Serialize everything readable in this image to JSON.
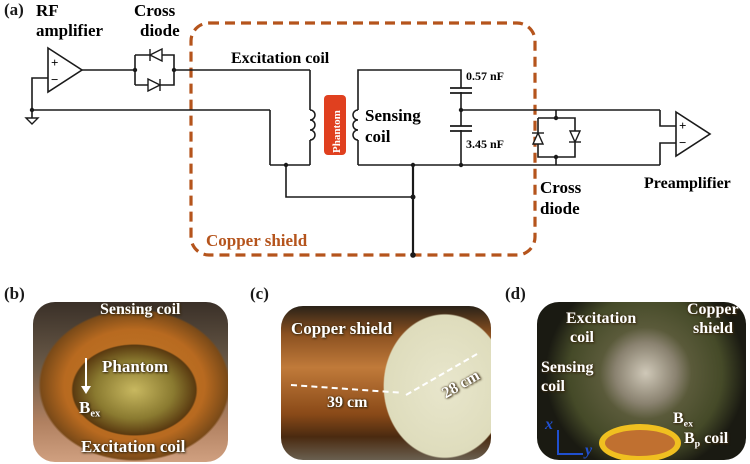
{
  "panels": {
    "a": {
      "label": "(a)",
      "rf_amplifier": {
        "line1": "RF",
        "line2": "amplifier",
        "plus": "+",
        "minus": "−"
      },
      "cross_diode_left": {
        "line1": "Cross",
        "line2": "diode"
      },
      "excitation_coil": "Excitation coil",
      "phantom": "Phantom",
      "sensing_coil": {
        "line1": "Sensing",
        "line2": "coil"
      },
      "capacitor_top": "0.57 nF",
      "capacitor_bottom": "3.45 nF",
      "cross_diode_right": {
        "line1": "Cross",
        "line2": "diode"
      },
      "preamplifier": {
        "label": "Preamplifier",
        "plus": "+",
        "minus": "−"
      },
      "copper_shield": "Copper shield",
      "colors": {
        "shield": "#b5541c",
        "phantom": "#e0401f",
        "wire": "#1a1a1a"
      }
    },
    "b": {
      "label": "(b)",
      "sensing_coil": "Sensing coil",
      "phantom": "Phantom",
      "bex_main": "B",
      "bex_sub": "ex",
      "excitation_coil": "Excitation coil"
    },
    "c": {
      "label": "(c)",
      "copper_shield": "Copper shield",
      "length": "39 cm",
      "diameter": "28 cm"
    },
    "d": {
      "label": "(d)",
      "excitation_coil": {
        "line1": "Excitation",
        "line2": "coil"
      },
      "copper_shield": {
        "line1": "Copper",
        "line2": "shield"
      },
      "sensing_coil": {
        "line1": "Sensing",
        "line2": "coil"
      },
      "bex_main": "B",
      "bex_sub": "ex",
      "bp_main": "B",
      "bp_sub": "p",
      "bp_suffix": " coil",
      "axis_x": "x",
      "axis_y": "y"
    }
  }
}
